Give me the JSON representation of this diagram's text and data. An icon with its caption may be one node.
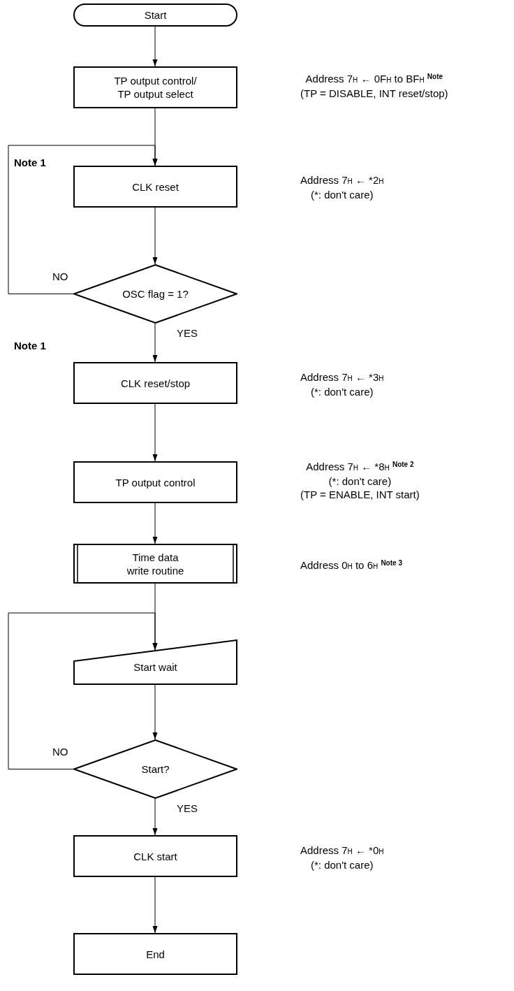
{
  "diagram": {
    "nodes": [
      {
        "text": [
          "Start"
        ]
      },
      {
        "text": [
          "TP output control/ TP output select"
        ],
        "beside": [
          "Address 7$_{H}$ ← 0F$_{H}$ to BF$_{H}$ $^{Note}$",
          "(TP = DISABLE, INT reset/stop)"
        ]
      },
      {
        "text": [
          "CLK reset"
        ],
        "beside": [
          "Address 7$_{H}$ ← *2$_{H}$",
          "(*: don't care)"
        ]
      },
      {
        "text": [
          "OSC flag = 1?"
        ]
      },
      {
        "text": [
          "CLK reset/stop"
        ],
        "beside": [
          "Address 7$_{H}$ ← *3$_{H}$",
          "(*: don't care)"
        ]
      },
      {
        "text": [
          "TP output control"
        ],
        "beside": [
          "Address 7$_{H}$ ← *8$_{H}$ $^{Note 2}$",
          "(*: don't care)",
          "(TP = ENABLE, INT start)"
        ]
      },
      {
        "text": [
          "Time data write routine"
        ]
      },
      {
        "text": [
          "Start wait"
        ]
      },
      {
        "text": [
          "Start?"
        ]
      },
      {
        "text": [
          "CLK start"
        ],
        "beside": [
          "Address 7$_{H}$ ← *0$_{H}$",
          "(*: don't care)"
        ]
      },
      {
        "text": [
          "End"
        ]
      }
    ],
    "edges": [
      {
        "from": 0,
        "to": 1,
        "arrow": "to"
      },
      {
        "from": 1,
        "to": 2,
        "arrow": "to"
      },
      {
        "from": 2,
        "to": 3,
        "arrow": "to"
      },
      {
        "from": 3,
        "to": 2,
        "arrow": "to",
        "label": "NO"
      },
      {
        "from": 3,
        "to": 4,
        "arrow": "to",
        "label": "YES"
      },
      {
        "from": 4,
        "to": 5,
        "arrow": "to"
      },
      {
        "from": 5,
        "to": 6,
        "arrow": "to"
      },
      {
        "from": 6,
        "to": 7,
        "arrow": "to"
      },
      {
        "from": 7,
        "to": 8,
        "arrow": "to"
      },
      {
        "from": 8,
        "to": 7,
        "arrow": "to",
        "label": "NO"
      },
      {
        "from": 8,
        "to": 9,
        "arrow": "to",
        "label": "YES"
      },
      {
        "from": 9,
        "to": 10,
        "arrow": "to"
      }
    ],
    "labels": [
      "Note 1",
      "Note 1",
      "Address 0$_{H}$ to 6$_{H}$ $^{Note 3}$"
    ]
  }
}
